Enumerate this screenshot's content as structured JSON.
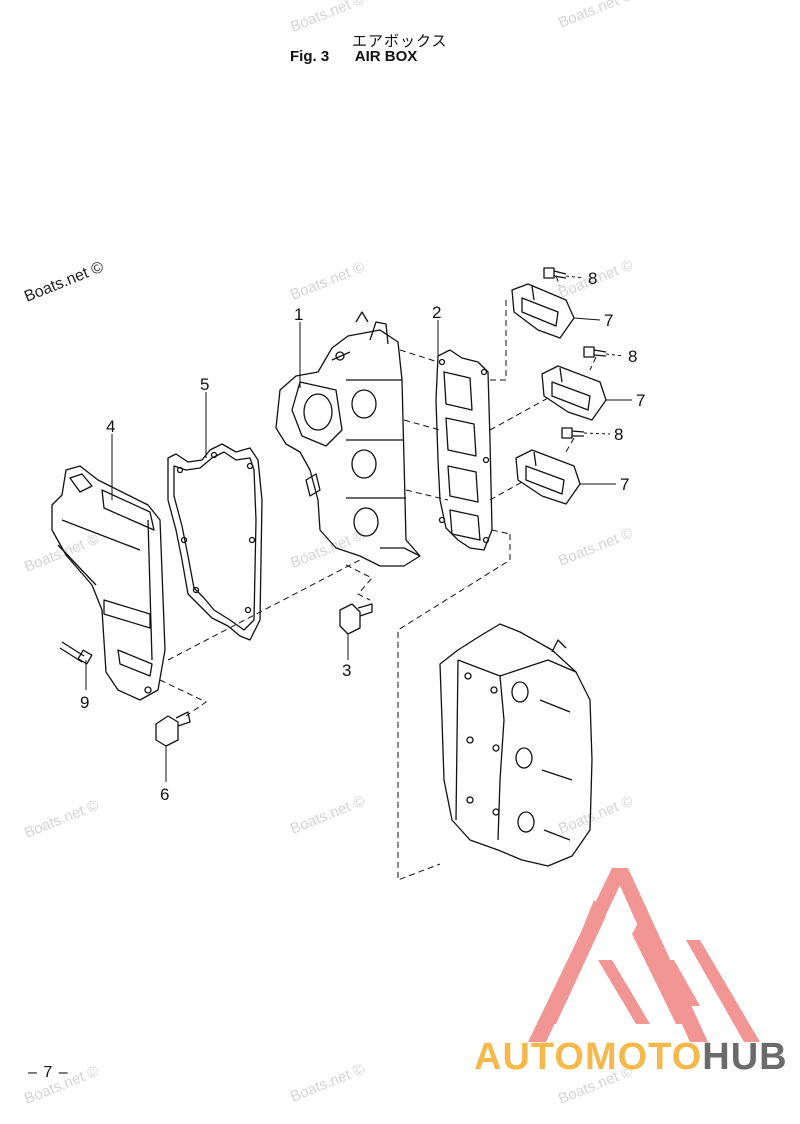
{
  "header": {
    "title_jp": "エアボックス",
    "fig_label": "Fig. 3",
    "title_en": "AIR BOX"
  },
  "footer": {
    "page": "– 7 –"
  },
  "watermarks": {
    "text": "Boats.net ©",
    "prominent": "Boats.net ©"
  },
  "logo": {
    "part1": "AUTO",
    "part2": "MOTO",
    "part3": "HUB",
    "colors": {
      "triangle": "#f08a8a",
      "auto": "#f5b84a",
      "hub": "#6b6b6b"
    }
  },
  "callouts": [
    {
      "id": "1",
      "label": "1"
    },
    {
      "id": "2",
      "label": "2"
    },
    {
      "id": "3",
      "label": "3"
    },
    {
      "id": "4",
      "label": "4"
    },
    {
      "id": "5",
      "label": "5"
    },
    {
      "id": "6",
      "label": "6"
    },
    {
      "id": "7a",
      "label": "7"
    },
    {
      "id": "7b",
      "label": "7"
    },
    {
      "id": "7c",
      "label": "7"
    },
    {
      "id": "8a",
      "label": "8"
    },
    {
      "id": "8b",
      "label": "8"
    },
    {
      "id": "8c",
      "label": "8"
    },
    {
      "id": "9",
      "label": "9"
    }
  ]
}
